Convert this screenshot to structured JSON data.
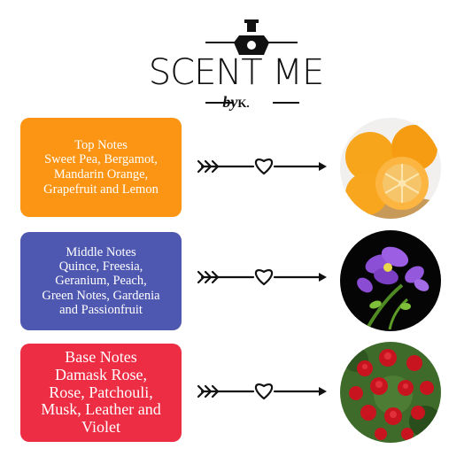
{
  "brand": {
    "name": "SCENT ME",
    "byline": "by",
    "byline_initial": "K."
  },
  "notes": [
    {
      "title": "Top Notes",
      "lines": [
        "Sweet Pea, Bergamot,",
        "Mandarin Orange,",
        "Grapefruit and Lemon"
      ],
      "color": "#fb9513",
      "image": "orange-photo"
    },
    {
      "title": "Middle Notes",
      "lines": [
        "Quince, Freesia,",
        "Geranium, Peach,",
        "Green Notes, Gardenia",
        "and Passionfruit"
      ],
      "color": "#4f58b0",
      "image": "freesia-photo"
    },
    {
      "title": "Base Notes",
      "lines": [
        "Damask Rose,",
        "Rose, Patchouli,",
        "Musk, Leather and",
        "Violet"
      ],
      "color": "#ec2d44",
      "image": "rose-photo"
    }
  ],
  "icons": {
    "logo": "perfume-bottle-icon",
    "connector": "arrow-heart-icon"
  }
}
